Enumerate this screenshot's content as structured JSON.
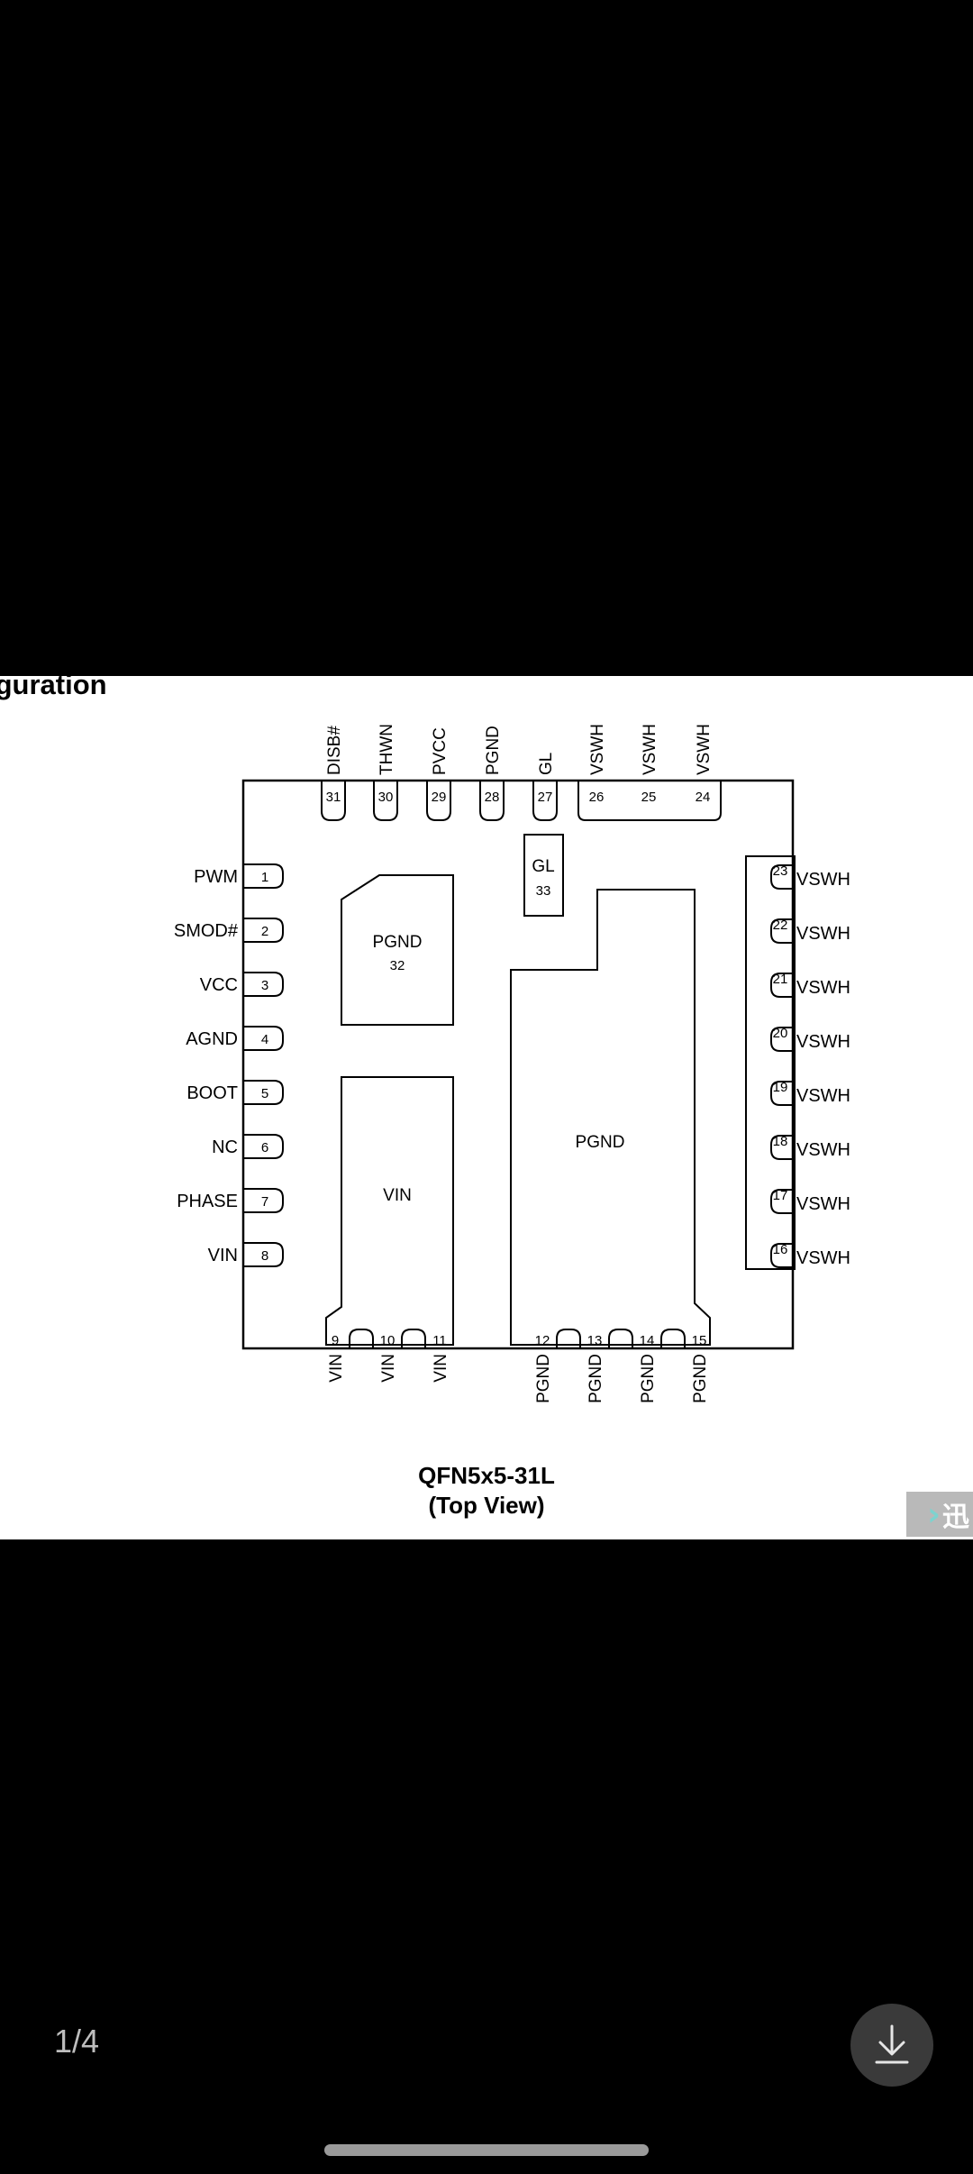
{
  "document": {
    "heading": "iguration",
    "caption_line1": "QFN5x5-31L",
    "caption_line2": "(Top View)",
    "watermark": "迅"
  },
  "package": {
    "left_pins": [
      {
        "num": "1",
        "name": "PWM"
      },
      {
        "num": "2",
        "name": "SMOD#"
      },
      {
        "num": "3",
        "name": "VCC"
      },
      {
        "num": "4",
        "name": "AGND"
      },
      {
        "num": "5",
        "name": "BOOT"
      },
      {
        "num": "6",
        "name": "NC"
      },
      {
        "num": "7",
        "name": "PHASE"
      },
      {
        "num": "8",
        "name": "VIN"
      }
    ],
    "right_pins": [
      {
        "num": "23",
        "name": "VSWH"
      },
      {
        "num": "22",
        "name": "VSWH"
      },
      {
        "num": "21",
        "name": "VSWH"
      },
      {
        "num": "20",
        "name": "VSWH"
      },
      {
        "num": "19",
        "name": "VSWH"
      },
      {
        "num": "18",
        "name": "VSWH"
      },
      {
        "num": "17",
        "name": "VSWH"
      },
      {
        "num": "16",
        "name": "VSWH"
      }
    ],
    "top_pins": [
      {
        "num": "31",
        "name": "DISB#"
      },
      {
        "num": "30",
        "name": "THWN"
      },
      {
        "num": "29",
        "name": "PVCC"
      },
      {
        "num": "28",
        "name": "PGND"
      },
      {
        "num": "27",
        "name": "GL"
      },
      {
        "num": "26",
        "name": "VSWH"
      },
      {
        "num": "25",
        "name": "VSWH"
      },
      {
        "num": "24",
        "name": "VSWH"
      }
    ],
    "bottom_pins": [
      {
        "num": "9",
        "name": "VIN"
      },
      {
        "num": "10",
        "name": "VIN"
      },
      {
        "num": "11",
        "name": "VIN"
      },
      {
        "num": "12",
        "name": "PGND"
      },
      {
        "num": "13",
        "name": "PGND"
      },
      {
        "num": "14",
        "name": "PGND"
      },
      {
        "num": "15",
        "name": "PGND"
      }
    ],
    "pads": {
      "gl_name": "GL",
      "gl_num": "33",
      "pgnd32_name": "PGND",
      "pgnd32_num": "32",
      "vin_name": "VIN",
      "pgnd_large_name": "PGND"
    }
  },
  "viewer": {
    "page_indicator": "1/4",
    "download_icon": "download-arrow-icon"
  }
}
